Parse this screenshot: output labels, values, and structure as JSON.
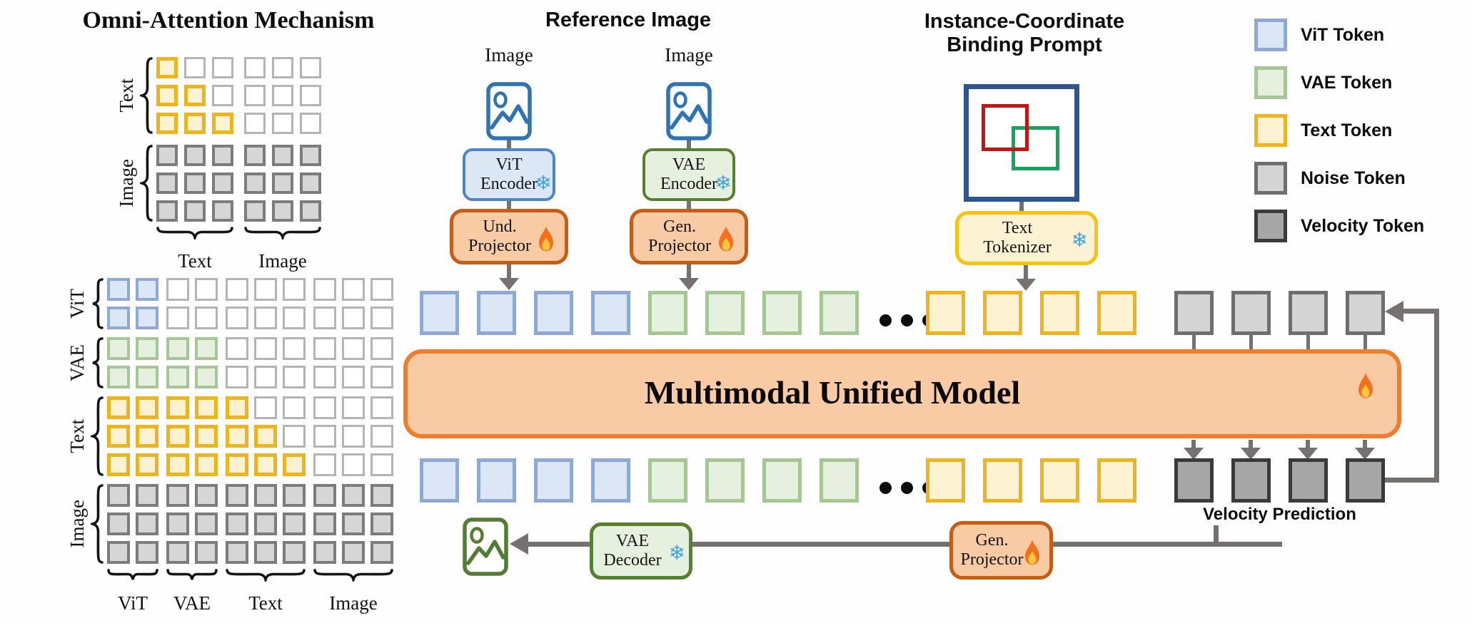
{
  "palette": {
    "vit_fill": "#dbe7f5",
    "vit_border": "#8fa9d4",
    "vit_box_border": "#4a86c8",
    "vae_fill": "#e6f0de",
    "vae_border": "#a4c795",
    "vae_box_border": "#567f2e",
    "text_fill": "#fdf3d2",
    "text_border": "#eeb41d",
    "tokenizer_border": "#fcc10d",
    "noise_fill": "#d4d4d4",
    "noise_border": "#6e6e6e",
    "velocity_fill": "#a6a6a6",
    "velocity_border": "#3a3a3a",
    "orange_fill": "#f9cba4",
    "projector_border": "#c75c14",
    "model_border": "#ee7d2e",
    "arrow_gray": "#767171",
    "binding_border": "#2d5596",
    "binding_red": "#c41414",
    "binding_green": "#14a45c",
    "image_icon_blue": "#2e74b5",
    "image_icon_green": "#527d32"
  },
  "omni": {
    "title": "Omni-Attention Mechanism",
    "top_matrix": {
      "rows": [
        "TNNNNN",
        "TTNNNN",
        "TTTNNN",
        "GGGGGG",
        "GGGGGG",
        "GGGGGG"
      ],
      "row_groups": [
        {
          "label": "Text",
          "count": 3
        },
        {
          "label": "Image",
          "count": 3
        }
      ],
      "col_groups": [
        {
          "label": "Text",
          "count": 3
        },
        {
          "label": "Image",
          "count": 3
        }
      ]
    },
    "main_matrix": {
      "rows": [
        "VVNNNNNNNN",
        "VVNNNNNNNN",
        "AAAANNNNNN",
        "AAAANNNNNN",
        "TTTTTNNNNN",
        "TTTTTTNNNN",
        "TTTTTTTNNN",
        "GGGGGGGGGG",
        "GGGGGGGGGG",
        "GGGGGGGGGG"
      ],
      "row_groups": [
        {
          "label": "ViT",
          "count": 2
        },
        {
          "label": "VAE",
          "count": 2
        },
        {
          "label": "Text",
          "count": 3
        },
        {
          "label": "Image",
          "count": 3
        }
      ],
      "col_groups": [
        {
          "label": "ViT",
          "count": 2
        },
        {
          "label": "VAE",
          "count": 2
        },
        {
          "label": "Text",
          "count": 3
        },
        {
          "label": "Image",
          "count": 3
        }
      ]
    }
  },
  "reference": {
    "title": "Reference Image",
    "branches": [
      {
        "input_label": "Image",
        "encoder_label": "ViT\nEncoder",
        "encoder_state": "frozen",
        "projector_label": "Und.\nProjector",
        "projector_state": "trainable"
      },
      {
        "input_label": "Image",
        "encoder_label": "VAE\nEncoder",
        "encoder_state": "frozen",
        "projector_label": "Gen.\nProjector",
        "projector_state": "trainable"
      }
    ]
  },
  "binding": {
    "title": "Instance-Coordinate\nBinding Prompt",
    "tokenizer_label": "Text\nTokenizer",
    "tokenizer_state": "frozen"
  },
  "model": {
    "label": "Multimodal Unified Model",
    "state": "trainable"
  },
  "tokens": {
    "top_row": [
      {
        "type": "vit",
        "count": 4
      },
      {
        "type": "vae",
        "count": 4
      },
      {
        "type": "dots",
        "count": 3
      },
      {
        "type": "text",
        "count": 4
      },
      {
        "type": "noise",
        "count": 4
      }
    ],
    "bottom_row": [
      {
        "type": "vit",
        "count": 4
      },
      {
        "type": "vae",
        "count": 4
      },
      {
        "type": "dots",
        "count": 3
      },
      {
        "type": "text",
        "count": 4
      },
      {
        "type": "velocity",
        "count": 4
      }
    ]
  },
  "output": {
    "decoder_label": "VAE\nDecoder",
    "decoder_state": "frozen",
    "projector_label": "Gen.\nProjector",
    "projector_state": "trainable",
    "velocity_label": "Velocity Prediction"
  },
  "legend": {
    "items": [
      {
        "type": "vit",
        "label": "ViT Token"
      },
      {
        "type": "vae",
        "label": "VAE Token"
      },
      {
        "type": "text",
        "label": "Text Token"
      },
      {
        "type": "noise",
        "label": "Noise Token"
      },
      {
        "type": "velocity",
        "label": "Velocity Token"
      }
    ]
  }
}
